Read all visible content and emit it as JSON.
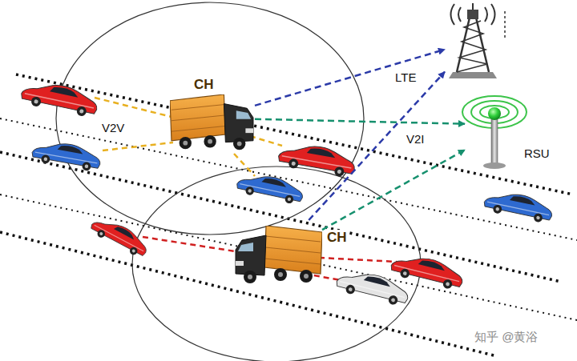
{
  "diagram": {
    "nodes": [
      {
        "text": [
          "CH"
        ]
      },
      {
        "text": [
          "CH"
        ]
      },
      {
        "text": [
          "LTE"
        ]
      },
      {
        "text": [
          "RSU"
        ]
      }
    ],
    "edges": [
      {
        "from": 0,
        "to": 2,
        "arrow": "to"
      },
      {
        "from": 0,
        "to": 3,
        "arrow": "to"
      },
      {
        "from": 1,
        "to": 2,
        "arrow": "to"
      },
      {
        "from": 1,
        "to": 3,
        "arrow": "to"
      }
    ],
    "labels": [
      "V2V",
      "V2I",
      "知乎 @黄浴"
    ]
  }
}
